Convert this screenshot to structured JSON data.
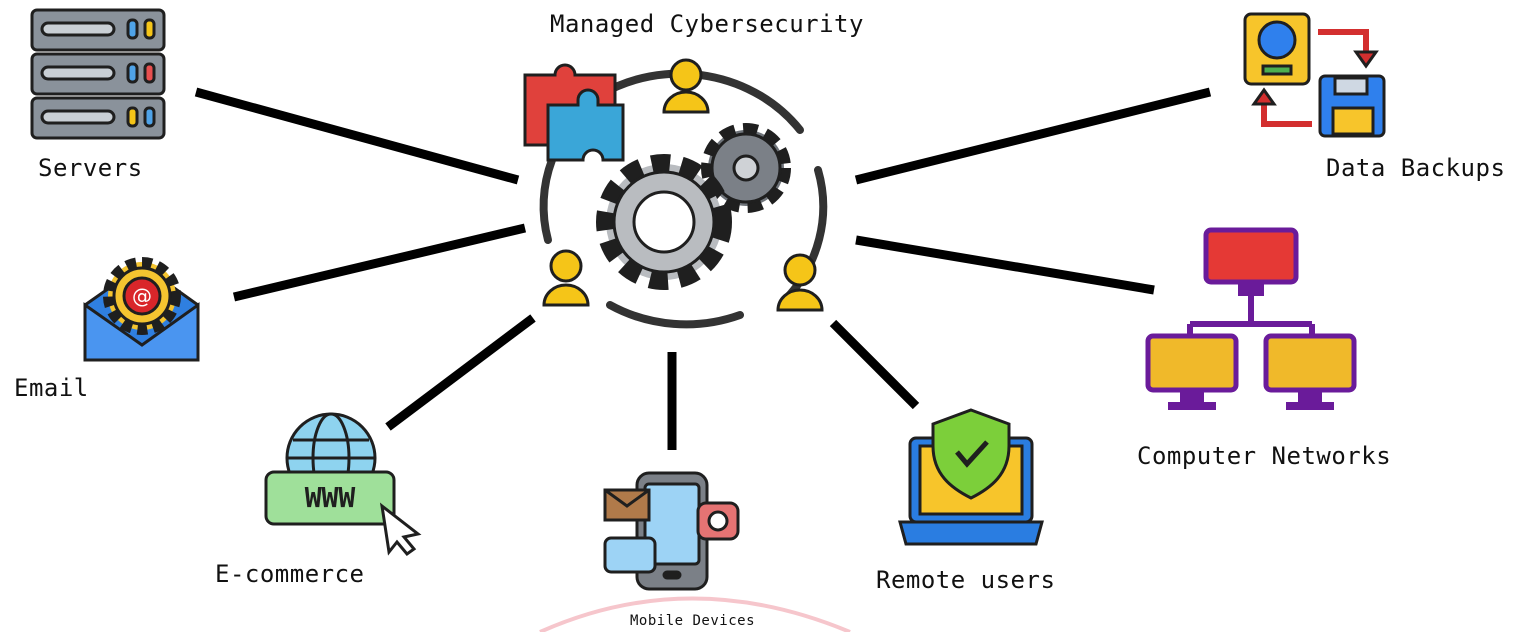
{
  "diagram": {
    "center_label": "Managed Cybersecurity",
    "nodes": {
      "servers": "Servers",
      "data_backups": "Data Backups",
      "email": "Email",
      "computer_networks": "Computer Networks",
      "ecommerce": "E-commerce",
      "mobile_devices": "Mobile Devices",
      "remote_users": "Remote users"
    },
    "colors": {
      "line": "#000000",
      "outline": "#1f1f1f",
      "server_gray": "#8a929b",
      "gear_gray": "#b9bcc0",
      "puzzle_red": "#e0413c",
      "puzzle_blue": "#3aa6d8",
      "user_yellow": "#f5c518",
      "email_blue": "#2f7fe0",
      "gear_yellow": "#f4c430",
      "at_red": "#d9262a",
      "web_green": "#9fe09a",
      "globe_blue": "#8ed3ef",
      "monitor_red": "#e53935",
      "monitor_yellow": "#f0b92a",
      "network_purple": "#6a1b9a",
      "laptop_blue": "#2a7de1",
      "shield_green": "#7ccf3a",
      "phone_blue": "#9dd3f5",
      "backup_yellow": "#f7c52b",
      "backup_red": "#d32f2f",
      "floppy_blue": "#2f80ed"
    },
    "icons": [
      "server-rack-icon",
      "gears-team-icon",
      "data-backup-icon",
      "email-gear-icon",
      "computer-network-icon",
      "ecommerce-www-icon",
      "mobile-phone-icon",
      "laptop-shield-icon"
    ]
  }
}
